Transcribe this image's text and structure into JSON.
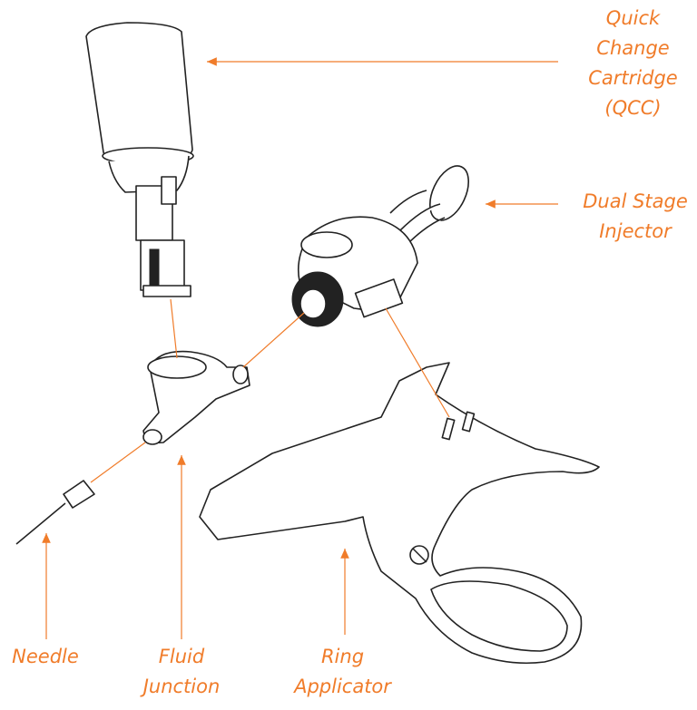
{
  "accent_color": "#F07C2A",
  "labels": {
    "qcc": [
      "Quick",
      "Change",
      "Cartridge",
      "(QCC)"
    ],
    "injector": [
      "Dual Stage",
      "Injector"
    ],
    "needle": [
      "Needle"
    ],
    "fluid_junction": [
      "Fluid",
      "Junction"
    ],
    "ring_applicator": [
      "Ring",
      "Applicator"
    ]
  }
}
